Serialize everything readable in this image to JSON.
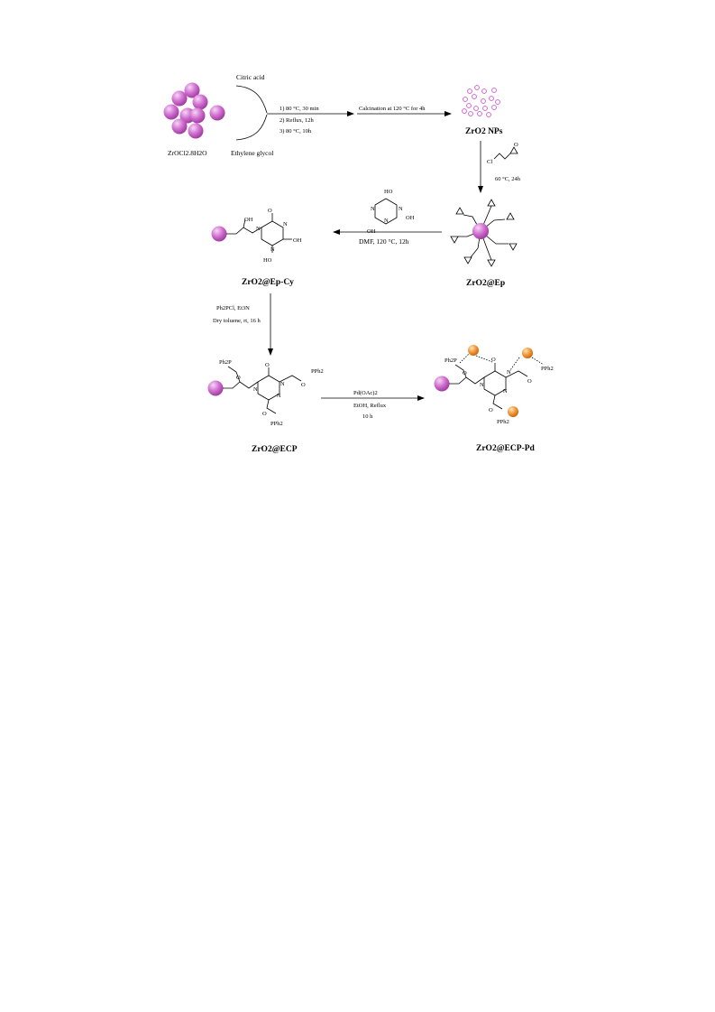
{
  "colors": {
    "particle": "#cc66cc",
    "particle_light": "#f2c6f2",
    "palladium": "#ee8a2e",
    "palladium_light": "#ffd9a8",
    "line": "#000000"
  },
  "labels": {
    "zirconium_salt": "ZrOCl2.8H2O",
    "citric_acid": "Citric acid",
    "ethylene_glycol": "Ethylene glycol",
    "cond1_a": "1) 80 °C, 30 min",
    "cond1_b": "2) Reflux, 12h",
    "cond1_c": "3) 80 °C, 10h",
    "calcination": "Calcination at 120 °C for 4h",
    "zro2_nps": "ZrO2 NPs",
    "epoxy_cl": "Cl",
    "epoxy_cond": "60 °C, 24h",
    "cyanuric_conditions": "DMF, 120 °C, 12h",
    "ep_label": "ZrO2@Ep",
    "epcy_label": "ZrO2@Ep-Cy",
    "phos_cond_a": "Ph2PCl, Et3N",
    "phos_cond_b": "Dry toluene, rt, 16 h",
    "ecp_label": "ZrO2@ECP",
    "pd_cond_a": "Pd(OAc)2",
    "pd_cond_b": "EtOH, Reflux",
    "pd_cond_c": "10 h",
    "ecp_pd_label": "ZrO2@ECP-Pd",
    "atoms": {
      "ho": "HO",
      "oh": "OH",
      "o": "O",
      "n": "N",
      "ph2p": "Ph2P",
      "pph2": "PPh2"
    }
  }
}
